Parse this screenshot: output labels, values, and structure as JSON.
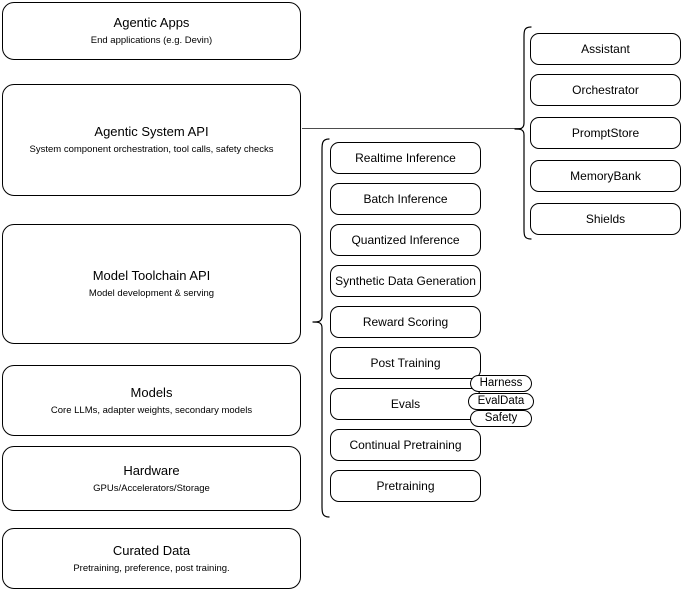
{
  "diagram": {
    "title": "AI Stack Layers Diagram",
    "accent_color": "#000000",
    "connector_color": "#4d4d4d",
    "background": "#ffffff"
  },
  "left_stack": [
    {
      "title": "Agentic Apps",
      "subtitle": "End applications (e.g. Devin)"
    },
    {
      "title": "Agentic System API",
      "subtitle": "System component orchestration, tool calls, safety checks"
    },
    {
      "title": "Model Toolchain API",
      "subtitle": "Model development & serving"
    },
    {
      "title": "Models",
      "subtitle": "Core LLMs, adapter weights, secondary models"
    },
    {
      "title": "Hardware",
      "subtitle": "GPUs/Accelerators/Storage"
    },
    {
      "title": "Curated Data",
      "subtitle": "Pretraining, preference, post training."
    }
  ],
  "toolchain_capabilities": [
    {
      "label": "Realtime Inference"
    },
    {
      "label": "Batch Inference"
    },
    {
      "label": "Quantized Inference"
    },
    {
      "label": "Synthetic Data Generation"
    },
    {
      "label": "Reward Scoring"
    },
    {
      "label": "Post Training"
    },
    {
      "label": "Evals"
    },
    {
      "label": "Continual Pretraining"
    },
    {
      "label": "Pretraining"
    }
  ],
  "agentic_components": [
    {
      "label": "Assistant"
    },
    {
      "label": "Orchestrator"
    },
    {
      "label": "PromptStore"
    },
    {
      "label": "MemoryBank"
    },
    {
      "label": "Shields"
    }
  ],
  "evals_tags": [
    {
      "label": "Harness"
    },
    {
      "label": "EvalData"
    },
    {
      "label": "Safety"
    }
  ]
}
